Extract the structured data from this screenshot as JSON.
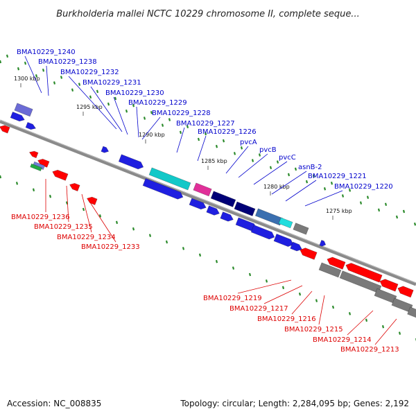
{
  "title": "Burkholderia mallei NCTC 10229 chromosome II, complete seque...",
  "footer": {
    "accession": "Accession: NC_008835",
    "topology": "Topology: circular; Length: 2,284,095 bp; Genes: 2,192"
  },
  "colors": {
    "forward_label": "#0000cc",
    "reverse_label": "#dd0000",
    "backbone": "#8a8a8a",
    "dots": "#228822"
  },
  "ticks": [
    {
      "label": "1300 kbp"
    },
    {
      "label": "1295 kbp"
    },
    {
      "label": "1290 kbp"
    },
    {
      "label": "1285 kbp"
    },
    {
      "label": "1280 kbp"
    },
    {
      "label": "1275 kbp"
    }
  ],
  "labels_forward": [
    "BMA10229_1240",
    "BMA10229_1238",
    "BMA10229_1232",
    "BMA10229_1231",
    "BMA10229_1230",
    "BMA10229_1229",
    "BMA10229_1228",
    "BMA10229_1227",
    "BMA10229_1226",
    "pvcA",
    "pvcB",
    "pvcC",
    "asnB-2",
    "BMA10229_1221",
    "BMA10229_1220"
  ],
  "labels_reverse": [
    "BMA10229_1236",
    "BMA10229_1235",
    "BMA10229_1234",
    "BMA10229_1233",
    "BMA10229_1219",
    "BMA10229_1217",
    "BMA10229_1216",
    "BMA10229_1215",
    "BMA10229_1214",
    "BMA10229_1213"
  ]
}
